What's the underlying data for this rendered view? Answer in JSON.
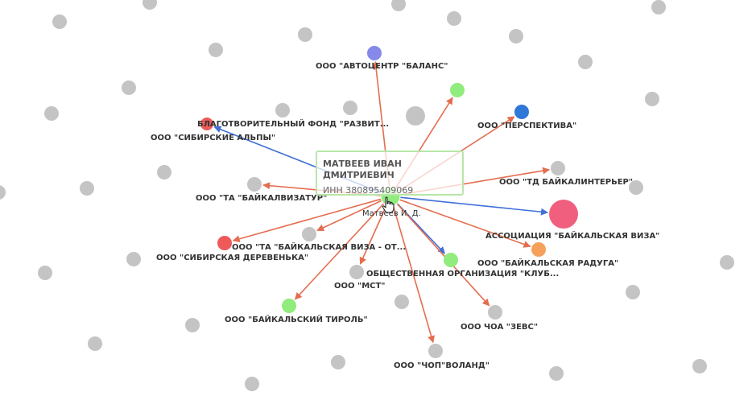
{
  "colors": {
    "gray": "#c4c4c4",
    "green": "#90ec7c",
    "red": "#ee5a5a",
    "orange": "#f5a15c",
    "pink": "#f0607e",
    "blue": "#2f78d8",
    "violet": "#8589ea",
    "edge_red": "#e46d4f",
    "edge_blue": "#3f6fd8"
  },
  "tooltip": {
    "name": "МАТВЕЕВ ИВАН ДМИТРИЕВИЧ",
    "inn": "ИНН 380895409069"
  },
  "center": {
    "id": "matveev",
    "label": "Матвеев И. Д.",
    "color": "green"
  },
  "nodes": [
    {
      "id": "avtocentr",
      "label": "ООО \"АВТОЦЕНТР \"БАЛАНС\"",
      "color": "violet"
    },
    {
      "id": "green_top",
      "label": "",
      "color": "green"
    },
    {
      "id": "perspektiva",
      "label": "ООО \"ПЕРСПЕКТИВА\"",
      "color": "blue"
    },
    {
      "id": "blagotvor",
      "label": "БЛАГОТВОРИТЕЛЬНЫЙ ФОНД \"РАЗВИТ...",
      "color": "red"
    },
    {
      "id": "sib_alpy",
      "label": "ООО \"СИБИРСКИЕ АЛЬПЫ\"",
      "color": "gray"
    },
    {
      "id": "baikalvizatur",
      "label": "ООО \"ТА \"БАЙКАЛВИЗАТУР\"",
      "color": "gray"
    },
    {
      "id": "baikalinterier",
      "label": "ООО \"ТД БАЙКАЛИНТЕРЬЕР\"",
      "color": "gray"
    },
    {
      "id": "assoc_viza",
      "label": "АССОЦИАЦИЯ \"БАЙКАЛЬСКАЯ ВИЗА\"",
      "color": "pink"
    },
    {
      "id": "baik_raduga",
      "label": "ООО \"БАЙКАЛЬСКАЯ РАДУГА\"",
      "color": "orange"
    },
    {
      "id": "ta_baik_viza",
      "label": "ООО \"ТА \"БАЙКАЛЬСКАЯ ВИЗА - ОТ...",
      "color": "gray"
    },
    {
      "id": "sib_derev",
      "label": "ООО \"СИБИРСКАЯ ДЕРЕВЕНЬКА\"",
      "color": "red"
    },
    {
      "id": "mst",
      "label": "ООО \"МСТ\"",
      "color": "gray"
    },
    {
      "id": "obsch_org",
      "label": "ОБЩЕСТВЕННАЯ ОРГАНИЗАЦИЯ \"КЛУБ...",
      "color": "green"
    },
    {
      "id": "baik_tirol",
      "label": "ООО \"БАЙКАЛЬСКИЙ ТИРОЛЬ\"",
      "color": "green"
    },
    {
      "id": "zevs",
      "label": "ООО ЧОА \"ЗЕВС\"",
      "color": "gray"
    },
    {
      "id": "voland",
      "label": "ООО \"ЧОП\"ВОЛАНД\"",
      "color": "gray"
    },
    {
      "id": "gray_top_big",
      "label": "",
      "color": "gray"
    }
  ],
  "edges": [
    {
      "to": "avtocentr",
      "color": "edge_red"
    },
    {
      "to": "green_top",
      "color": "edge_red"
    },
    {
      "to": "perspektiva",
      "color": "edge_red"
    },
    {
      "to": "blagotvor",
      "color": "edge_blue"
    },
    {
      "to": "baikalvizatur",
      "color": "edge_red"
    },
    {
      "to": "baikalinterier",
      "color": "edge_red"
    },
    {
      "to": "assoc_viza",
      "color": "edge_blue"
    },
    {
      "to": "baik_raduga",
      "color": "edge_red"
    },
    {
      "to": "ta_baik_viza",
      "color": "edge_red"
    },
    {
      "to": "sib_derev",
      "color": "edge_red"
    },
    {
      "to": "mst",
      "color": "edge_red"
    },
    {
      "to": "obsch_org",
      "color": "edge_blue"
    },
    {
      "to": "baik_tirol",
      "color": "edge_red"
    },
    {
      "to": "zevs",
      "color": "edge_red"
    },
    {
      "to": "voland",
      "color": "edge_red"
    }
  ]
}
